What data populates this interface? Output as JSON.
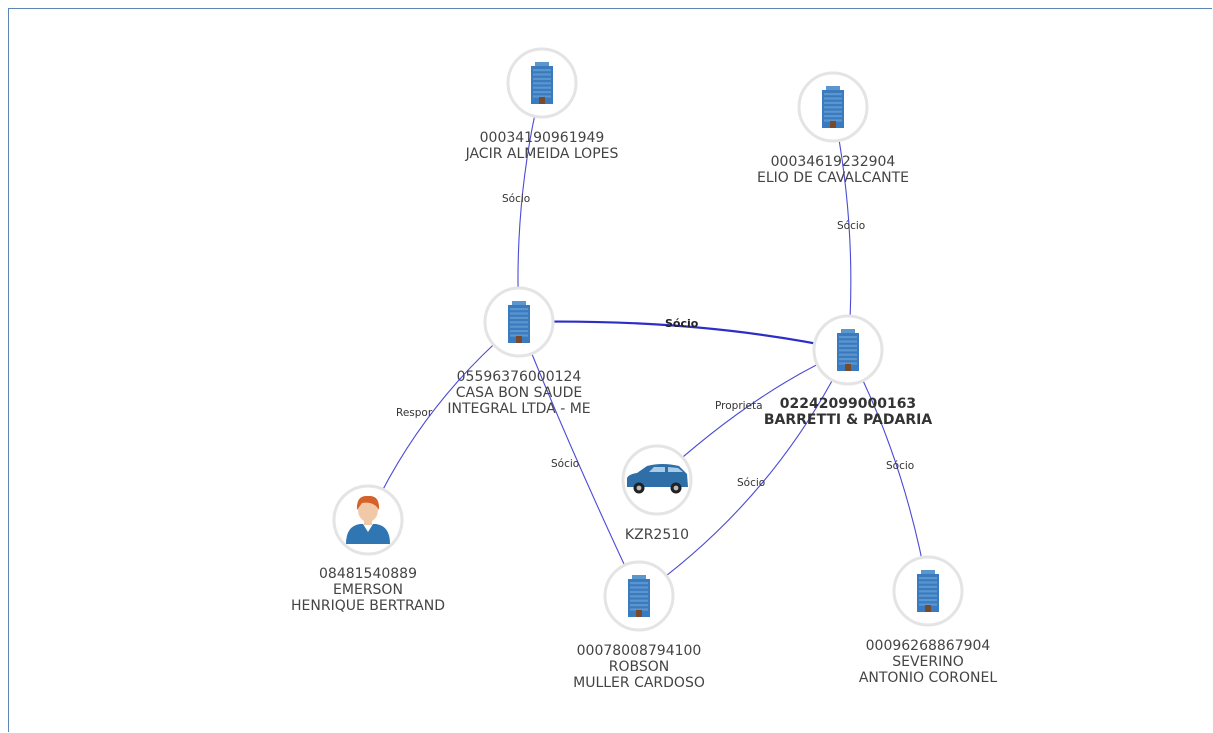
{
  "nodes": [
    {
      "id": "n1",
      "type": "company",
      "lines": [
        "00034190961949",
        "JACIR ALMEIDA LOPES"
      ]
    },
    {
      "id": "n2",
      "type": "company",
      "lines": [
        "00034619232904",
        "ELIO DE CAVALCANTE"
      ]
    },
    {
      "id": "n3",
      "type": "company",
      "lines": [
        "05596376000124",
        "CASA BON SAUDE",
        "INTEGRAL LTDA - ME"
      ]
    },
    {
      "id": "n4",
      "type": "company",
      "bold": true,
      "lines": [
        "02242099000163",
        "BARRETTI & PADARIA"
      ]
    },
    {
      "id": "n5",
      "type": "vehicle",
      "lines": [
        "KZR2510"
      ]
    },
    {
      "id": "n6",
      "type": "person",
      "lines": [
        "08481540889",
        "EMERSON",
        "HENRIQUE BERTRAND"
      ]
    },
    {
      "id": "n7",
      "type": "company",
      "lines": [
        "00078008794100",
        "ROBSON",
        "MULLER CARDOSO"
      ]
    },
    {
      "id": "n8",
      "type": "company",
      "lines": [
        "00096268867904",
        "SEVERINO",
        "ANTONIO CORONEL"
      ]
    }
  ],
  "edges": [
    {
      "from": "n1",
      "to": "n3",
      "label": "Sócio"
    },
    {
      "from": "n2",
      "to": "n4",
      "label": "Sócio"
    },
    {
      "from": "n3",
      "to": "n4",
      "label": "Sócio",
      "bold": true
    },
    {
      "from": "n3",
      "to": "n6",
      "label": "Respor"
    },
    {
      "from": "n3",
      "to": "n7",
      "label": "Sócio"
    },
    {
      "from": "n4",
      "to": "n5",
      "label": "Proprieta"
    },
    {
      "from": "n4",
      "to": "n7",
      "label": "Sócio"
    },
    {
      "from": "n4",
      "to": "n8",
      "label": "Sócio"
    }
  ],
  "colors": {
    "edge": "#4a4ad6",
    "building": "#3a7bbf",
    "building_light": "#5b96cf",
    "door": "#7a4a2a",
    "car": "#2f6fa8",
    "person_shirt": "#2f76b3",
    "person_hair": "#d4622a",
    "person_skin": "#f2c9a8"
  }
}
